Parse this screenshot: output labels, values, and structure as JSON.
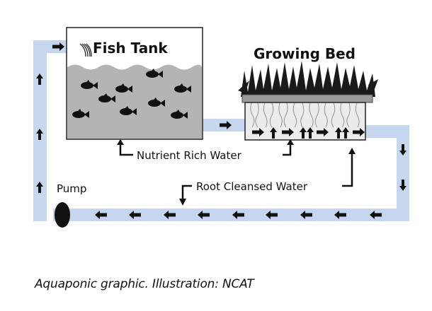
{
  "diagram": {
    "fish_tank_label": "Fish Tank",
    "growing_bed_label": "Growing Bed",
    "nutrient_label": "Nutrient Rich Water",
    "root_label": "Root Cleansed Water",
    "pump_label": "Pump",
    "colors": {
      "pipe": "#c5d6ee",
      "tank_water": "#b4b4b4",
      "bed_roots": "#ececec",
      "ink": "#111111"
    }
  },
  "caption": "Aquaponic graphic. Illustration: NCAT"
}
